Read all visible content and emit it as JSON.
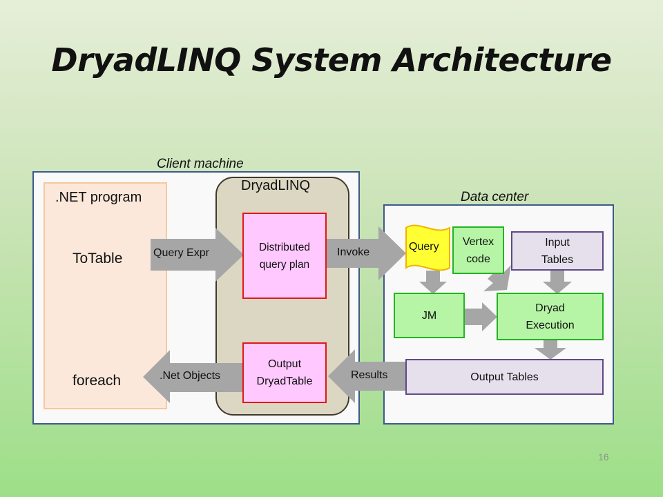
{
  "title": "DryadLINQ System Architecture",
  "client_machine_label": "Client machine",
  "data_center_label": "Data center",
  "net_program": {
    "label": ".NET program",
    "totable": "ToTable",
    "foreach": "foreach"
  },
  "dryadlinq_label": "DryadLINQ",
  "distributed_plan": {
    "line1": "Distributed",
    "line2": "query plan"
  },
  "output_dryadtable": {
    "line1": "Output",
    "line2": "DryadTable"
  },
  "arrows": {
    "query_expr": "Query Expr",
    "invoke": "Invoke",
    "net_objects": ".Net Objects",
    "results": "Results"
  },
  "datacenter": {
    "query": "Query",
    "vertex_code": {
      "line1": "Vertex",
      "line2": "code"
    },
    "input_tables": {
      "line1": "Input",
      "line2": "Tables"
    },
    "jm": "JM",
    "dryad_execution": {
      "line1": "Dryad",
      "line2": "Execution"
    },
    "output_tables": "Output Tables"
  },
  "page_number": "16",
  "colors": {
    "panel_border": "#3c5a8a",
    "pink_fill": "#ffc8ff",
    "red_border": "#e01818",
    "green_fill": "#b5f5a5",
    "green_border": "#22b422",
    "lilac_fill": "#e6e0ec",
    "query_yellow": "#ffff33",
    "arrow_gray": "#a6a6a6"
  }
}
